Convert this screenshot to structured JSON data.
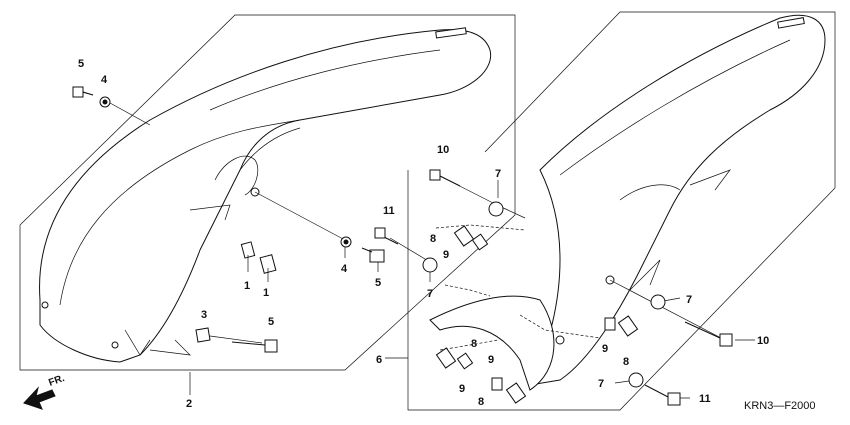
{
  "diagram": {
    "reference_code": "KRN3—F2000",
    "front_indicator": "FR.",
    "parts": [
      {
        "id": "p1a",
        "number": "1"
      },
      {
        "id": "p1b",
        "number": "1"
      },
      {
        "id": "p2",
        "number": "2"
      },
      {
        "id": "p3",
        "number": "3"
      },
      {
        "id": "p4a",
        "number": "4"
      },
      {
        "id": "p4b",
        "number": "4"
      },
      {
        "id": "p5a",
        "number": "5"
      },
      {
        "id": "p5b",
        "number": "5"
      },
      {
        "id": "p5c",
        "number": "5"
      },
      {
        "id": "p6",
        "number": "6"
      },
      {
        "id": "p7a",
        "number": "7"
      },
      {
        "id": "p7b",
        "number": "7"
      },
      {
        "id": "p7c",
        "number": "7"
      },
      {
        "id": "p7d",
        "number": "7"
      },
      {
        "id": "p8a",
        "number": "8"
      },
      {
        "id": "p8b",
        "number": "8"
      },
      {
        "id": "p8c",
        "number": "8"
      },
      {
        "id": "p8d",
        "number": "8"
      },
      {
        "id": "p9a",
        "number": "9"
      },
      {
        "id": "p9b",
        "number": "9"
      },
      {
        "id": "p9c",
        "number": "9"
      },
      {
        "id": "p9d",
        "number": "9"
      },
      {
        "id": "p10a",
        "number": "10"
      },
      {
        "id": "p10b",
        "number": "10"
      },
      {
        "id": "p11a",
        "number": "11"
      },
      {
        "id": "p11b",
        "number": "11"
      }
    ]
  }
}
